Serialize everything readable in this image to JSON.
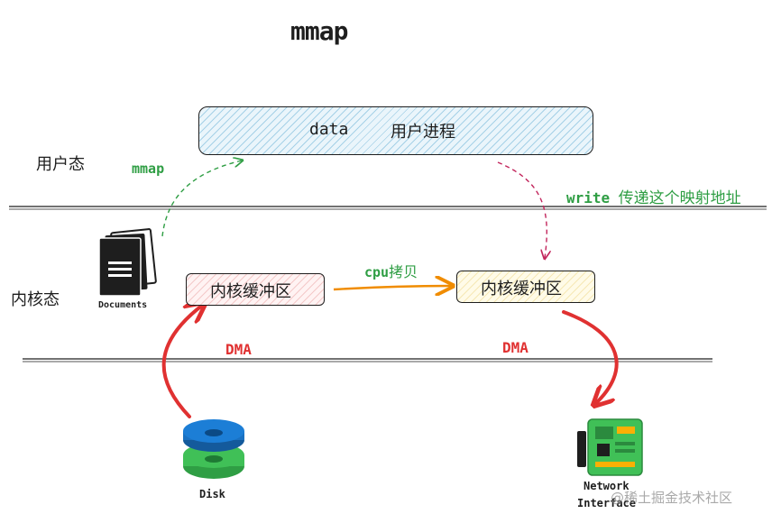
{
  "title": "mmap",
  "zones": {
    "user_mode": "用户态",
    "kernel_mode": "内核态"
  },
  "user_process": {
    "data_label": "data",
    "process_label": "用户进程"
  },
  "kernel_buffers": {
    "left": "内核缓冲区",
    "right": "内核缓冲区"
  },
  "arrows": {
    "mmap": "mmap",
    "write": "write",
    "write_desc": "传递这个映射地址",
    "cpu": "cpu",
    "cpu_desc": "拷贝",
    "dma_left": "DMA",
    "dma_right": "DMA"
  },
  "icons": {
    "documents": "Documents",
    "disk": "Disk",
    "network_line1": "Network",
    "network_line2": "Interface"
  },
  "watermark": "@稀土掘金技术社区",
  "colors": {
    "green": "#2f9e44",
    "red": "#e03131",
    "orange": "#f08c00",
    "pink": "#c2255c",
    "disk_blue": "#1971c2",
    "disk_green": "#40c057",
    "board_green": "#2f9e44"
  }
}
